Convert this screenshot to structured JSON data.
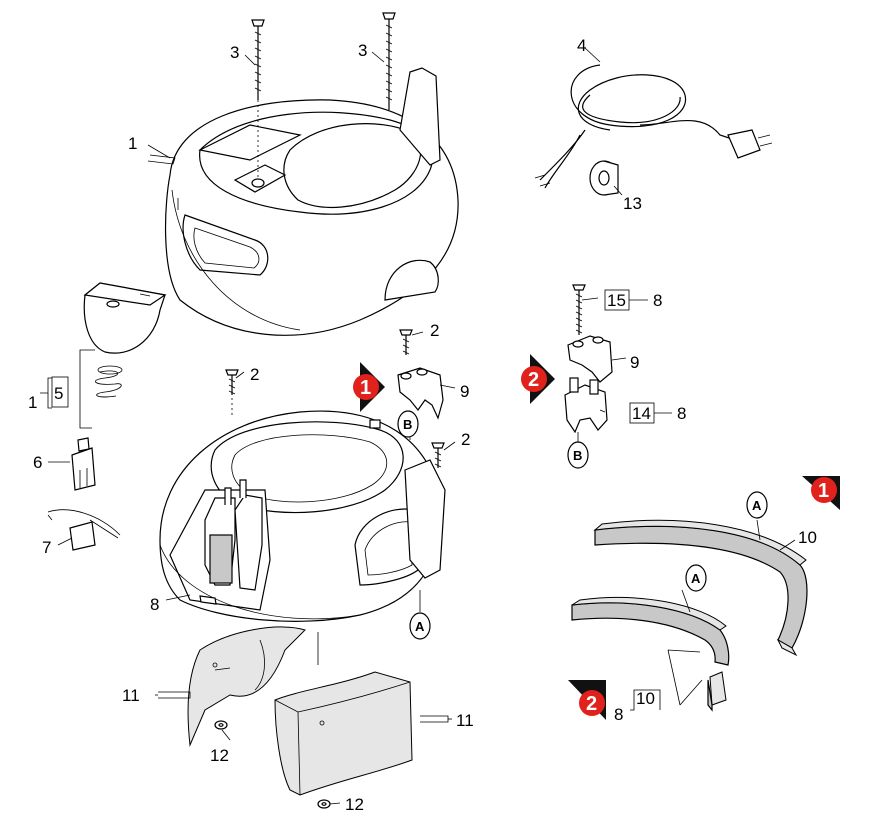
{
  "callouts": {
    "c1": "1",
    "c2a": "2",
    "c2b": "2",
    "c3a": "3",
    "c3b": "3",
    "c4": "4",
    "c1b": "1",
    "c5": "5",
    "c6": "6",
    "c7": "7",
    "c8a": "8",
    "c8b": "8",
    "c8c": "8",
    "c8d": "8",
    "c9a": "9",
    "c9b": "9",
    "c10a": "10",
    "c10b": "10",
    "c11a": "11",
    "c11b": "11",
    "c12a": "12",
    "c12b": "12",
    "c13": "13",
    "c14": "14",
    "c15": "15"
  },
  "bubbles": {
    "b1": "B",
    "b2": "B",
    "a1": "A",
    "a2": "A",
    "a3": "A"
  },
  "markers": {
    "m1a": "1",
    "m2a": "2",
    "m1b": "1",
    "m2b": "2"
  },
  "colors": {
    "marker_red": "#e0211c",
    "marker_black": "#111111",
    "part_gray": "#c8c8c8"
  }
}
